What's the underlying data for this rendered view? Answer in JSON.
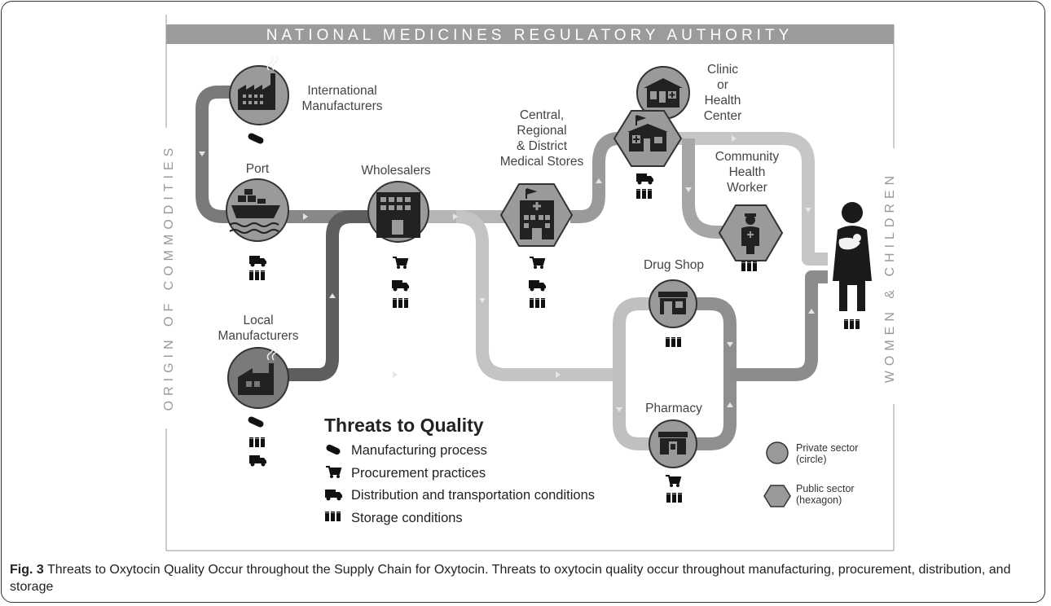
{
  "banner": "NATIONAL MEDICINES REGULATORY AUTHORITY",
  "left_side": "ORIGIN OF COMMODITIES",
  "right_side": "WOMEN & CHILDREN",
  "nodes": {
    "intl": {
      "lines": [
        "International",
        "Manufacturers"
      ],
      "sector": "private",
      "icon": "factory-icon"
    },
    "port": {
      "lines": [
        "Port"
      ],
      "sector": "private",
      "icon": "ship-icon"
    },
    "wholesalers": {
      "lines": [
        "Wholesalers"
      ],
      "sector": "private",
      "icon": "office-building-icon"
    },
    "stores": {
      "lines": [
        "Central,",
        "Regional",
        "& District",
        "Medical Stores"
      ],
      "sector": "public",
      "icon": "hospital-icon"
    },
    "clinic": {
      "lines": [
        "Clinic",
        "or",
        "Health",
        "Center"
      ],
      "sector": "private",
      "icon": "clinic-icon"
    },
    "clinic_public": {
      "sector": "public",
      "icon": "clinic-icon"
    },
    "chw": {
      "lines": [
        "Community",
        "Health",
        "Worker"
      ],
      "sector": "public",
      "icon": "health-worker-icon"
    },
    "drugshop": {
      "lines": [
        "Drug Shop"
      ],
      "sector": "private",
      "icon": "shop-icon"
    },
    "pharmacy": {
      "lines": [
        "Pharmacy"
      ],
      "sector": "private",
      "icon": "pharmacy-icon"
    },
    "local": {
      "lines": [
        "Local",
        "Manufacturers"
      ],
      "sector": "private",
      "icon": "factory-icon"
    },
    "recipient": {
      "icon": "mother-child-icon"
    }
  },
  "legend": {
    "title": "Threats to Quality",
    "items": [
      {
        "icon": "pill-icon",
        "label": "Manufacturing process"
      },
      {
        "icon": "cart-icon",
        "label": "Procurement practices"
      },
      {
        "icon": "truck-icon",
        "label": "Distribution and transportation conditions"
      },
      {
        "icon": "vials-icon",
        "label": "Storage conditions"
      }
    ]
  },
  "sector_key": {
    "private": [
      "Private sector",
      "(circle)"
    ],
    "public": [
      "Public sector",
      "(hexagon)"
    ]
  },
  "caption": {
    "label": "Fig. 3",
    "text": " Threats to Oxytocin Quality Occur throughout the Supply Chain for Oxytocin. Threats to oxytocin quality occur throughout manufacturing, procurement, distribution, and storage"
  },
  "colors": {
    "banner": "#9b9b9b",
    "path_dark": "#6f6f6f",
    "path_mid": "#999999",
    "path_light": "#c8c8c8",
    "node_fill": "#9a9a9a",
    "node_fill_dark": "#7a7a7a",
    "icon": "#222222"
  }
}
